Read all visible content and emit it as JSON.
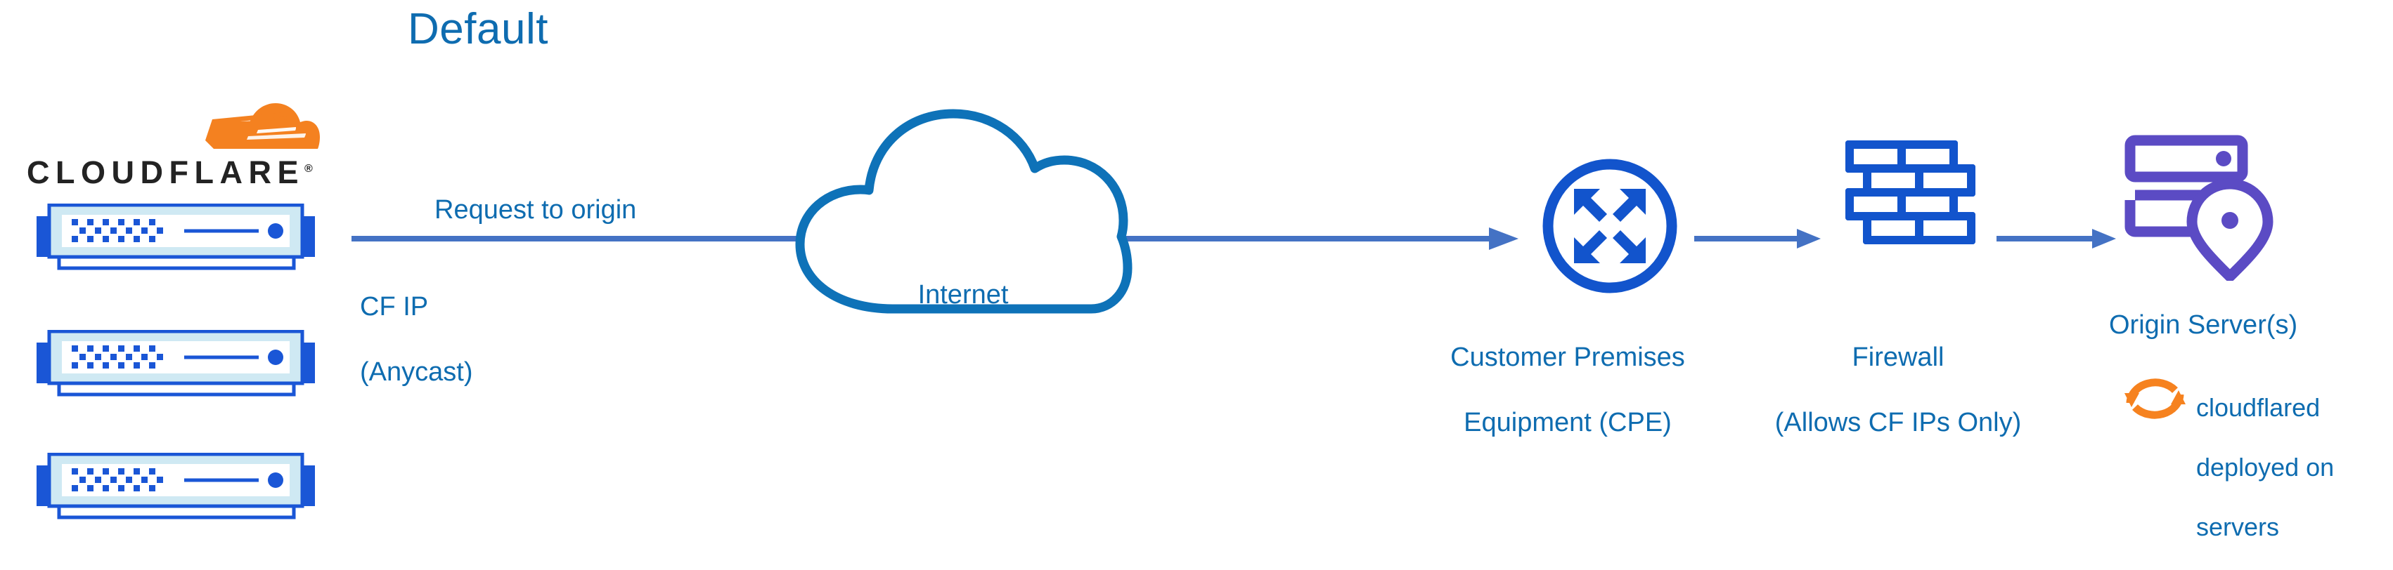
{
  "title": "Default",
  "brand": {
    "name": "CLOUDFLARE",
    "registered_mark": "®",
    "mark_color_primary": "#f48120",
    "mark_color_secondary": "#faad3f",
    "wordmark_color": "#232323"
  },
  "colors": {
    "title_blue": "#0e6cb0",
    "label_blue": "#0e6cb0",
    "arrow_blue": "#4472c4",
    "icon_blue": "#1254cc",
    "cloud_outline_blue": "#0e72b8",
    "server_blue": "#1a56d6",
    "server_inner_cyan": "#cfe9f3",
    "origin_purple": "#5b4bc4",
    "cloudflared_orange": "#f6821f"
  },
  "nodes": {
    "edge": {
      "label_line1": "CF IP",
      "label_line2": "(Anycast)",
      "server_count": 3,
      "server_icon": "server-rack-icon"
    },
    "internet": {
      "label": "Internet",
      "icon": "cloud-icon"
    },
    "cpe": {
      "label_line1": "Customer Premises",
      "label_line2": "Equipment (CPE)",
      "icon": "router-circle-arrows-icon"
    },
    "firewall": {
      "label_line1": "Firewall",
      "label_line2": "(Allows CF IPs Only)",
      "icon": "brick-wall-icon"
    },
    "origin": {
      "label": "Origin Server(s)",
      "icon": "server-stack-pin-icon",
      "note_line1": "cloudflared",
      "note_line2": "deployed on",
      "note_line3": "servers",
      "note_icon": "sync-arrows-icon"
    }
  },
  "flow": {
    "request_label": "Request to origin",
    "arrows": [
      {
        "name": "edge-to-cpe",
        "from": "edge",
        "to": "cpe"
      },
      {
        "name": "cpe-to-firewall",
        "from": "cpe",
        "to": "firewall"
      },
      {
        "name": "firewall-to-origin",
        "from": "firewall",
        "to": "origin"
      }
    ]
  }
}
